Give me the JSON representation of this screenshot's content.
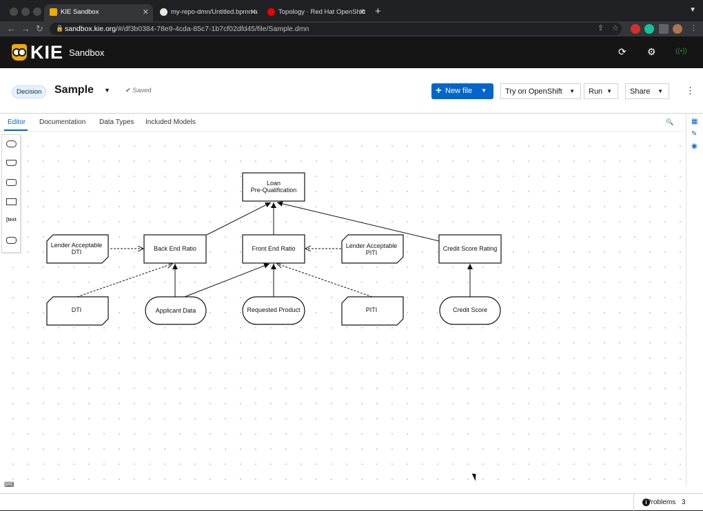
{
  "browser": {
    "tabs": [
      {
        "title": "KIE Sandbox",
        "active": true,
        "favicon": "kie-owl-icon"
      },
      {
        "title": "my-repo-dmn/Untitled.bpmn a",
        "active": false,
        "favicon": "github-icon"
      },
      {
        "title": "Topology · Red Hat OpenShift",
        "active": false,
        "favicon": "openshift-icon"
      }
    ],
    "new_tab": "+",
    "url_domain": "sandbox.kie.org",
    "url_path": "/#/df3b0384-78e9-4cda-85c7-1b7cf02dfd45/file/Sample.dmn"
  },
  "header": {
    "brand": "KIE",
    "product": "Sandbox"
  },
  "file": {
    "type_badge": "Decision",
    "name": "Sample",
    "status": "Saved",
    "new_file_label": "New file",
    "try_openshift_label": "Try on OpenShift",
    "run_label": "Run",
    "share_label": "Share"
  },
  "editor_tabs": [
    "Editor",
    "Documentation",
    "Data Types",
    "Included Models"
  ],
  "diagram": {
    "nodes": {
      "loan": [
        "Loan",
        "Pre-Qualification"
      ],
      "back_end": "Back End Ratio",
      "front_end": "Front End Ratio",
      "credit_rating": "Credit Score Rating",
      "lender_dti": [
        "Lender Acceptable",
        "DTI"
      ],
      "lender_piti": [
        "Lender Acceptable",
        "PITI"
      ],
      "dti": "DTI",
      "applicant": "Applicant Data",
      "requested": "Requested Product",
      "piti": "PITI",
      "credit_score": "Credit Score"
    }
  },
  "status_bar": {
    "problems_label": "Problems",
    "problems_count": "3"
  },
  "colors": {
    "accent": "#0066cc",
    "header_bg": "#151515",
    "owl": "#f0ab00"
  }
}
